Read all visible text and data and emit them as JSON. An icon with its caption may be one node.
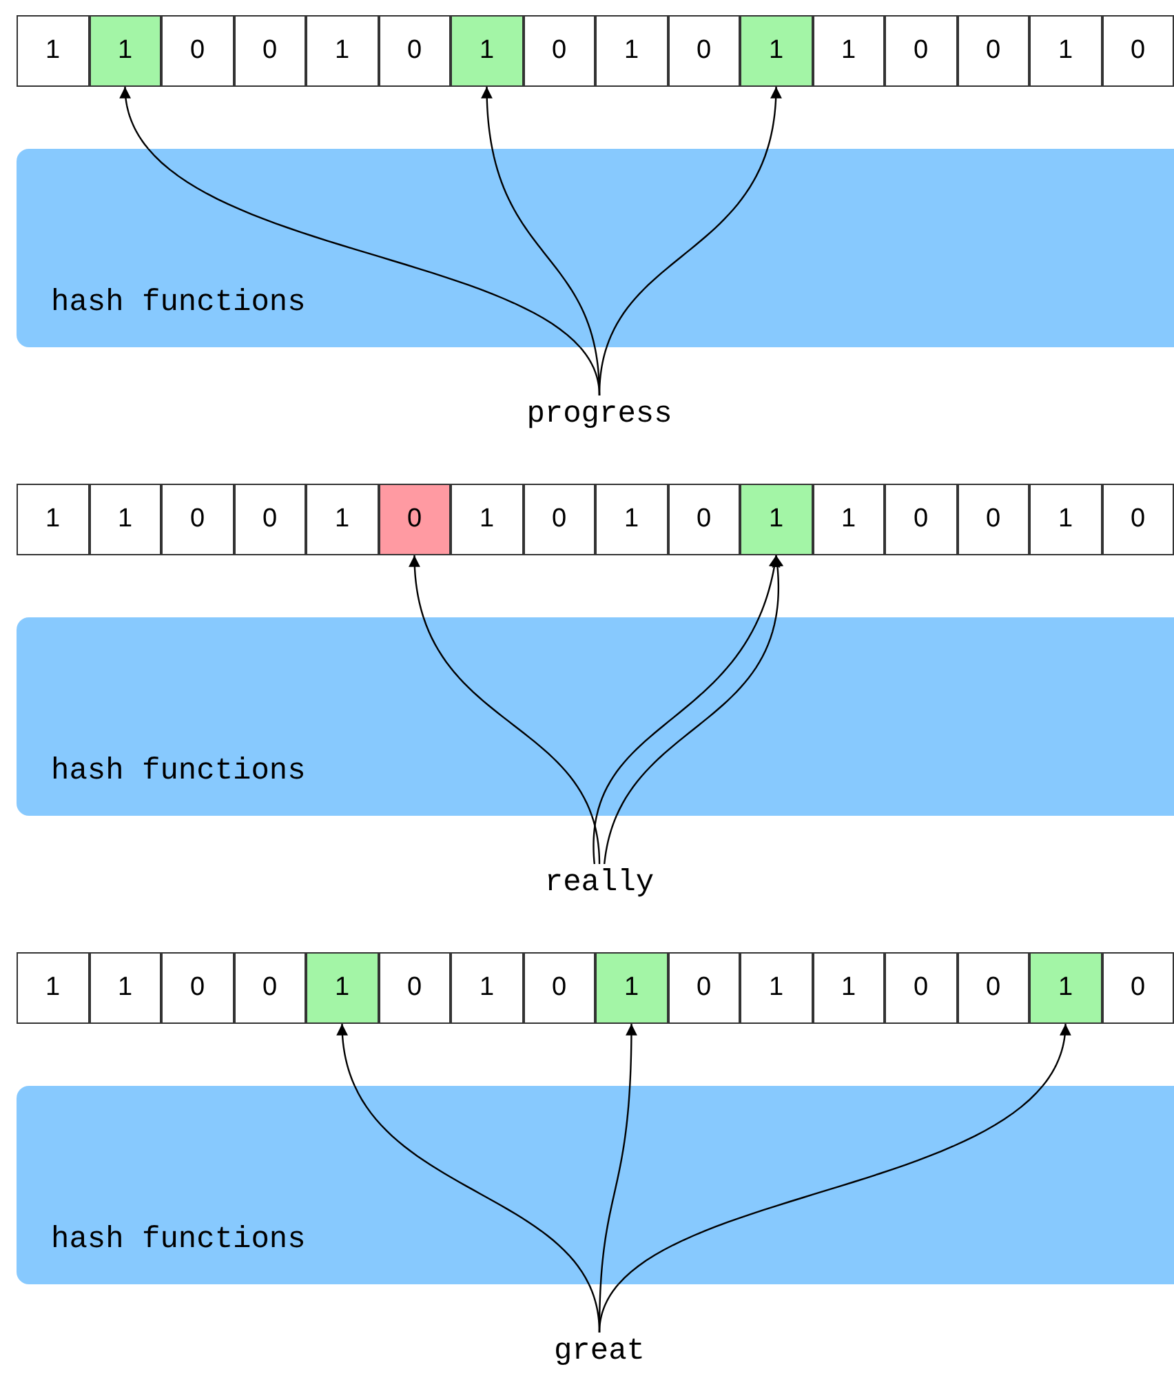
{
  "diagram": {
    "nodes": [
      {
        "text": [
          "1"
        ]
      },
      {
        "text": [
          "1"
        ]
      },
      {
        "text": [
          "0"
        ]
      },
      {
        "text": [
          "0"
        ]
      },
      {
        "text": [
          "1"
        ]
      },
      {
        "text": [
          "0"
        ]
      },
      {
        "text": [
          "1"
        ]
      },
      {
        "text": [
          "0"
        ]
      },
      {
        "text": [
          "1"
        ]
      },
      {
        "text": [
          "0"
        ]
      },
      {
        "text": [
          "1"
        ]
      },
      {
        "text": [
          "1"
        ]
      },
      {
        "text": [
          "0"
        ]
      },
      {
        "text": [
          "0"
        ]
      },
      {
        "text": [
          "1"
        ]
      },
      {
        "text": [
          "0"
        ]
      },
      {
        "text": [
          "hash functions"
        ]
      },
      {
        "text": [
          "progress"
        ]
      },
      {
        "text": [
          "1"
        ]
      },
      {
        "text": [
          "1"
        ]
      },
      {
        "text": [
          "0"
        ]
      },
      {
        "text": [
          "0"
        ]
      },
      {
        "text": [
          "1"
        ]
      },
      {
        "text": [
          "0"
        ]
      },
      {
        "text": [
          "1"
        ]
      },
      {
        "text": [
          "0"
        ]
      },
      {
        "text": [
          "1"
        ]
      },
      {
        "text": [
          "0"
        ]
      },
      {
        "text": [
          "1"
        ]
      },
      {
        "text": [
          "1"
        ]
      },
      {
        "text": [
          "0"
        ]
      },
      {
        "text": [
          "0"
        ]
      },
      {
        "text": [
          "1"
        ]
      },
      {
        "text": [
          "0"
        ]
      },
      {
        "text": [
          "hash functions"
        ]
      },
      {
        "text": [
          "really"
        ]
      },
      {
        "text": [
          "1"
        ]
      },
      {
        "text": [
          "1"
        ]
      },
      {
        "text": [
          "0"
        ]
      },
      {
        "text": [
          "0"
        ]
      },
      {
        "text": [
          "1"
        ]
      },
      {
        "text": [
          "0"
        ]
      },
      {
        "text": [
          "1"
        ]
      },
      {
        "text": [
          "0"
        ]
      },
      {
        "text": [
          "1"
        ]
      },
      {
        "text": [
          "0"
        ]
      },
      {
        "text": [
          "1"
        ]
      },
      {
        "text": [
          "1"
        ]
      },
      {
        "text": [
          "0"
        ]
      },
      {
        "text": [
          "0"
        ]
      },
      {
        "text": [
          "1"
        ]
      },
      {
        "text": [
          "0"
        ]
      },
      {
        "text": [
          "hash functions"
        ]
      },
      {
        "text": [
          "great"
        ]
      }
    ],
    "edges": [
      {
        "from": 17,
        "to": 16,
        "arrow": "none"
      },
      {
        "from": 16,
        "to": 1,
        "arrow": "to"
      },
      {
        "from": 17,
        "to": 16,
        "arrow": "none"
      },
      {
        "from": 16,
        "to": 6,
        "arrow": "to"
      },
      {
        "from": 17,
        "to": 16,
        "arrow": "none"
      },
      {
        "from": 16,
        "to": 10,
        "arrow": "to"
      },
      {
        "from": 35,
        "to": 34,
        "arrow": "none"
      },
      {
        "from": 34,
        "to": 23,
        "arrow": "to"
      },
      {
        "from": 35,
        "to": 34,
        "arrow": "none"
      },
      {
        "from": 34,
        "to": 28,
        "arrow": "to"
      },
      {
        "from": 35,
        "to": 34,
        "arrow": "none"
      },
      {
        "from": 34,
        "to": 28,
        "arrow": "to"
      },
      {
        "from": 53,
        "to": 52,
        "arrow": "none"
      },
      {
        "from": 52,
        "to": 40,
        "arrow": "to"
      },
      {
        "from": 53,
        "to": 52,
        "arrow": "none"
      },
      {
        "from": 52,
        "to": 44,
        "arrow": "to"
      },
      {
        "from": 53,
        "to": 52,
        "arrow": "none"
      },
      {
        "from": 52,
        "to": 50,
        "arrow": "to"
      }
    ]
  }
}
